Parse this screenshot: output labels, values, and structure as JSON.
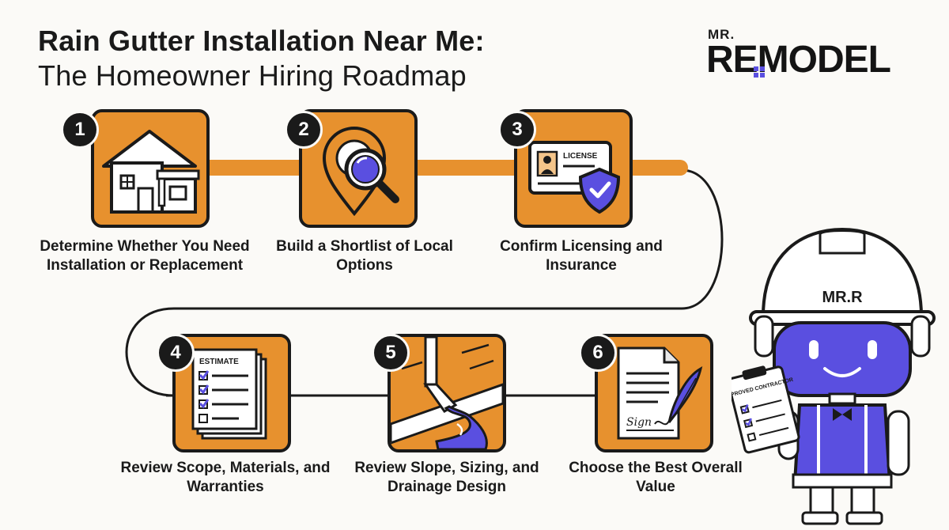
{
  "header": {
    "title_line1": "Rain Gutter Installation Near Me:",
    "title_line2": "The Homeowner Hiring Roadmap"
  },
  "logo": {
    "prefix": "MR.",
    "brand": "REMODEL"
  },
  "steps": [
    {
      "number": "1",
      "label": "Determine Whether You Need Installation or Replacement",
      "icon": "house-with-gutter-icon"
    },
    {
      "number": "2",
      "label": "Build a Shortlist of Local Options",
      "icon": "map-pin-search-icon"
    },
    {
      "number": "3",
      "label": "Confirm Licensing and Insurance",
      "icon": "license-shield-icon",
      "badge_text": "LICENSE"
    },
    {
      "number": "4",
      "label": "Review Scope, Materials, and Warranties",
      "icon": "estimate-checklist-icon",
      "badge_text": "ESTIMATE"
    },
    {
      "number": "5",
      "label": "Review Slope, Sizing, and Drainage Design",
      "icon": "downspout-drainage-icon"
    },
    {
      "number": "6",
      "label": "Choose the Best Overall Value",
      "icon": "signed-contract-icon",
      "badge_text": "Sign"
    }
  ],
  "mascot": {
    "helmet_text": "MR.R",
    "clipboard_text": "APPROVED CONTRACTOR"
  },
  "colors": {
    "accent": "#e7912e",
    "ink": "#1a1a1a",
    "purple": "#5a4fe0",
    "background": "#fbfaf7"
  }
}
